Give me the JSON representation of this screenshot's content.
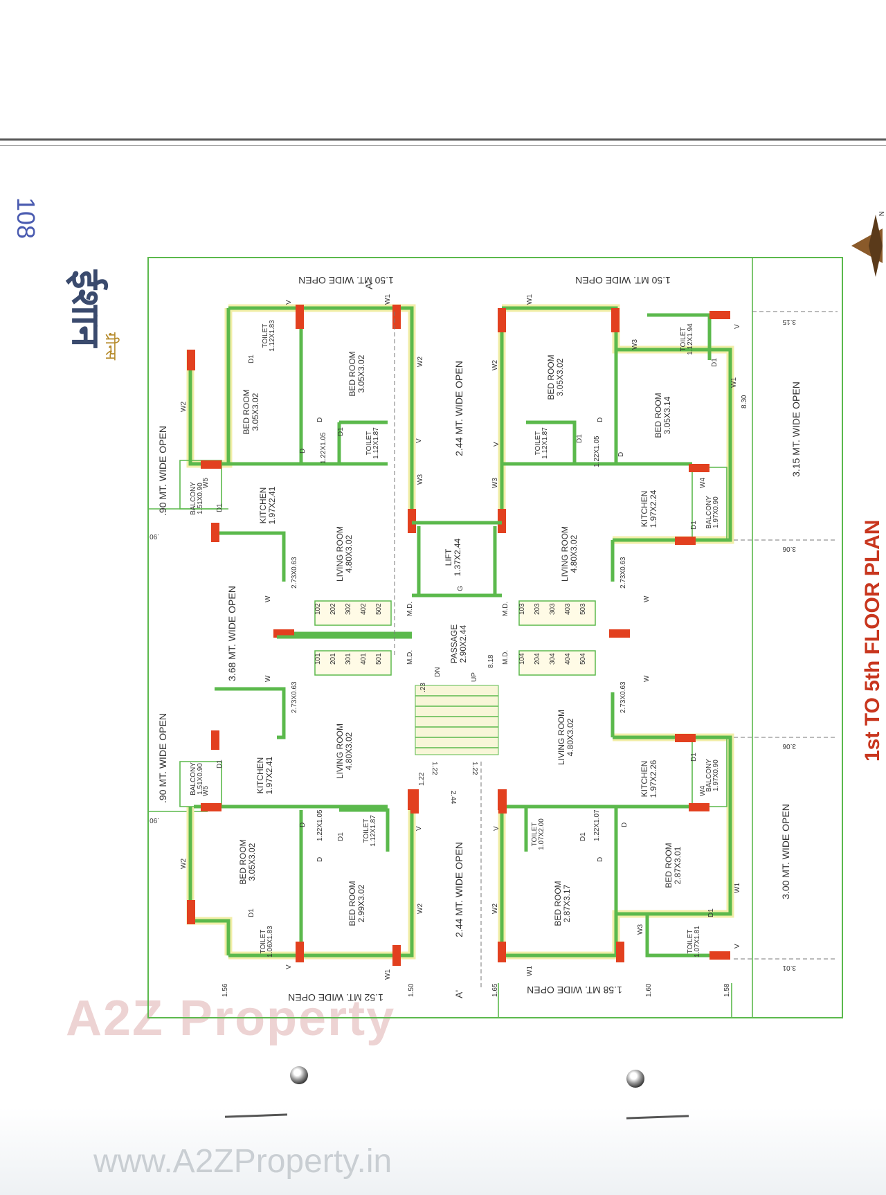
{
  "logo": {
    "name": "ईशान",
    "sub": "ग्रीन्स",
    "handwritten": "108"
  },
  "title": "1st TO 5th FLOOR PLAN",
  "watermark": "A2Z Property",
  "website": "www.A2ZProperty.in",
  "compass": "N",
  "open_spaces": {
    "top_left": "1.50 MT. WIDE OPEN",
    "top_right": "1.50 MT. WIDE OPEN",
    "left_upper": ".90 MT. WIDE OPEN",
    "left_middle": "3.68 MT. WIDE OPEN",
    "left_lower": ".90 MT. WIDE OPEN",
    "center_upper": "2.44 MT. WIDE OPEN",
    "center_lower": "2.44 MT. WIDE OPEN",
    "right_upper": "3.15 MT. WIDE OPEN",
    "right_lower": "3.00 MT. WIDE OPEN",
    "bottom_left": "1.52 MT. WIDE OPEN",
    "bottom_right": "1.58 MT. WIDE OPEN"
  },
  "rooms": {
    "ul_bed1": [
      "BED ROOM",
      "3.05X3.02"
    ],
    "ul_bed2": [
      "BED ROOM",
      "3.05X3.02"
    ],
    "ul_toilet1": [
      "TOILET",
      "1.12X1.83"
    ],
    "ul_toilet2": [
      "TOILET",
      "1.12X1.87"
    ],
    "ul_kitchen": [
      "KITCHEN",
      "1.97X2.41"
    ],
    "ul_balcony": [
      "BALCONY",
      "1.51X0.90"
    ],
    "ul_living": [
      "LIVING ROOM",
      "4.80X3.02"
    ],
    "ur_bed1": [
      "BED ROOM",
      "3.05X3.02"
    ],
    "ur_bed2": [
      "BED ROOM",
      "3.05X3.14"
    ],
    "ur_toilet1": [
      "TOILET",
      "1.12X1.87"
    ],
    "ur_toilet2": [
      "TOILET",
      "1.12X1.94"
    ],
    "ur_kitchen": [
      "KITCHEN",
      "1.97X2.24"
    ],
    "ur_balcony": [
      "BALCONY",
      "1.97X0.90"
    ],
    "ur_living": [
      "LIVING ROOM",
      "4.80X3.02"
    ],
    "ll_bed1": [
      "BED ROOM",
      "3.05X3.02"
    ],
    "ll_bed2": [
      "BED ROOM",
      "2.99X3.02"
    ],
    "ll_toilet1": [
      "TOILET",
      "1.06X1.83"
    ],
    "ll_toilet2": [
      "TOILET",
      "1.12X1.87"
    ],
    "ll_kitchen": [
      "KITCHEN",
      "1.97X2.41"
    ],
    "ll_balcony": [
      "BALCONY",
      "1.51X0.90"
    ],
    "ll_living": [
      "LIVING ROOM",
      "4.80X3.02"
    ],
    "lr_bed1": [
      "BED ROOM",
      "2.87X3.17"
    ],
    "lr_bed2": [
      "BED ROOM",
      "2.87X3.01"
    ],
    "lr_toilet1": [
      "TOILET",
      "1.07X2.00"
    ],
    "lr_toilet2": [
      "TOILET",
      "1.07X1.81"
    ],
    "lr_kitchen": [
      "KITCHEN",
      "1.97X2.26"
    ],
    "lr_balcony": [
      "BALCONY",
      "1.97X0.90"
    ],
    "lr_living": [
      "LIVING ROOM",
      "4.80X3.02"
    ],
    "lift": [
      "LIFT",
      "1.37X2.44"
    ],
    "passage": [
      "PASSAGE",
      "2.90X2.44"
    ]
  },
  "flat_numbers": {
    "ul": [
      "102",
      "202",
      "302",
      "402",
      "502"
    ],
    "ll": [
      "101",
      "201",
      "301",
      "401",
      "501"
    ],
    "ur": [
      "103",
      "203",
      "303",
      "403",
      "503"
    ],
    "lr": [
      "104",
      "204",
      "304",
      "404",
      "504"
    ]
  },
  "dims": {
    "d_8_30": "8.30",
    "d_3_15": "3.15",
    "d_3_06a": "3.06",
    "d_3_06b": "3.06",
    "d_3_01": "3.01",
    "d_90a": ".90",
    "d_90b": ".90",
    "d_8_18": "8.18",
    "d_1_22a": "1.22",
    "d_1_22b": "1.22",
    "d_1_22c": "1.22",
    "d_2_44": "2.44",
    "d_23": ".23",
    "d_1_56": "1.56",
    "d_1_50": "1.50",
    "d_1_65": "1.65",
    "d_1_60": "1.60",
    "d_1_58": "1.58",
    "w_ul": "2.73X0.63",
    "w_ll": "2.73X0.63",
    "w_ur": "2.73X0.63",
    "w_lr": "2.73X0.63",
    "dr_ul": "1.22X1.05",
    "dr_ur": "1.22X1.05",
    "dr_ll": "1.22X1.05",
    "dr_lr": "1.22X1.07"
  },
  "marks": {
    "md1": "M.D.",
    "md2": "M.D.",
    "md3": "M.D.",
    "md4": "M.D.",
    "dn": "DN",
    "up": "UP",
    "g": "G",
    "sec_top": "A'",
    "sec_bot": "A'",
    "w": "W",
    "w1": "W1",
    "w2": "W2",
    "w3": "W3",
    "w4": "W4",
    "w5": "W5",
    "v": "V",
    "d": "D",
    "d1": "D1"
  }
}
